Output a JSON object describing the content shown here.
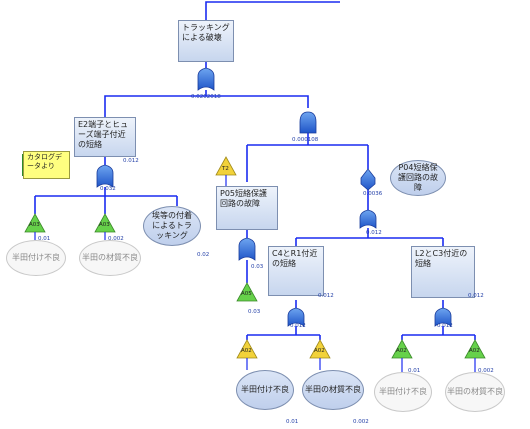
{
  "note": {
    "text": "カタログデータより"
  },
  "events": {
    "top": {
      "label": "トラッキングによる破壊",
      "prob": "0.0202018"
    },
    "e2": {
      "label": "E2端子とヒューズ端子付近の短絡",
      "prob": "0.012"
    },
    "p05": {
      "label": "P05短絡保護回路の故障",
      "prob": "0.03"
    },
    "p04": {
      "label": "P04短絡保護回路の故障"
    },
    "c4r1": {
      "label": "C4とR1付近の短絡",
      "prob": "0.012"
    },
    "l2c3": {
      "label": "L2とC3付近の短絡",
      "prob": "0.012"
    },
    "dust": {
      "label": "埃等の付着によるトラッキング",
      "prob": "0.02"
    }
  },
  "gates": {
    "top_or": {
      "prob": "0.0202018"
    },
    "and1": {
      "prob": "0.000108"
    },
    "e2_or": {
      "prob": "0.032"
    },
    "p05_or": {
      "prob": "0.03"
    },
    "hex": {
      "prob": "0.0036"
    },
    "hex_or": {
      "prob": "0.012"
    },
    "c4r1_or": {
      "prob": "0.012"
    },
    "l2c3_or": {
      "prob": "0.012"
    }
  },
  "basic": {
    "l_solder": {
      "label": "半田付け不良",
      "tri": "A03",
      "prob": "0.01"
    },
    "l_material": {
      "label": "半田の材質不良",
      "tri": "A03",
      "prob": "0.002"
    },
    "t2": {
      "tri": "T2"
    },
    "a05": {
      "tri": "A05",
      "prob": "0.03"
    },
    "m_solder": {
      "label": "半田付け不良",
      "tri": "A02",
      "prob": "0.01"
    },
    "m_material": {
      "label": "半田の材質不良",
      "tri": "A02",
      "prob": "0.002"
    },
    "r_solder": {
      "label": "半田付け不良",
      "tri": "A02",
      "prob": "0.01"
    },
    "r_material": {
      "label": "半田の材質不良",
      "tri": "A02",
      "prob": "0.002"
    }
  },
  "colors": {
    "line": "#1a2cf0",
    "gate": "#2f6fd8",
    "tri_green": "#66d14a",
    "tri_yellow": "#f2d23a"
  }
}
